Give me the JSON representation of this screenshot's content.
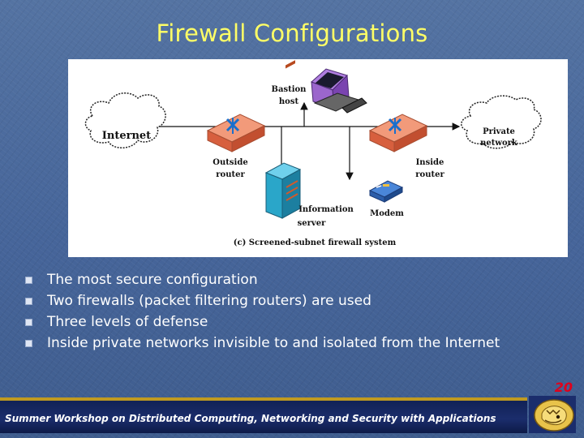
{
  "slide": {
    "title": "Firewall Configurations",
    "page_number": "20",
    "footer": "Summer Workshop on Distributed Computing, Networking and Security with Applications"
  },
  "diagram": {
    "internet_label": "Internet",
    "bastion_label_line1": "Bastion",
    "bastion_label_line2": "host",
    "outside_router_line1": "Outside",
    "outside_router_line2": "router",
    "inside_router_line1": "Inside",
    "inside_router_line2": "router",
    "private_network_line1": "Private",
    "private_network_line2": "network",
    "information_server_line1": "Information",
    "information_server_line2": "server",
    "modem_label": "Modem",
    "caption": "(c) Screened-subnet firewall system"
  },
  "bullets": [
    "The most secure configuration",
    "Two firewalls (packet filtering routers) are used",
    "Three levels of defense",
    "Inside private networks invisible to and isolated from the Internet"
  ],
  "colors": {
    "title": "#ffff66",
    "background": "#4a6896",
    "router": "#e8734f",
    "bastion": "#9b66cc",
    "server": "#2aa6c9",
    "page_number": "#e0001b",
    "footer_bar": "#1b2d6c"
  }
}
